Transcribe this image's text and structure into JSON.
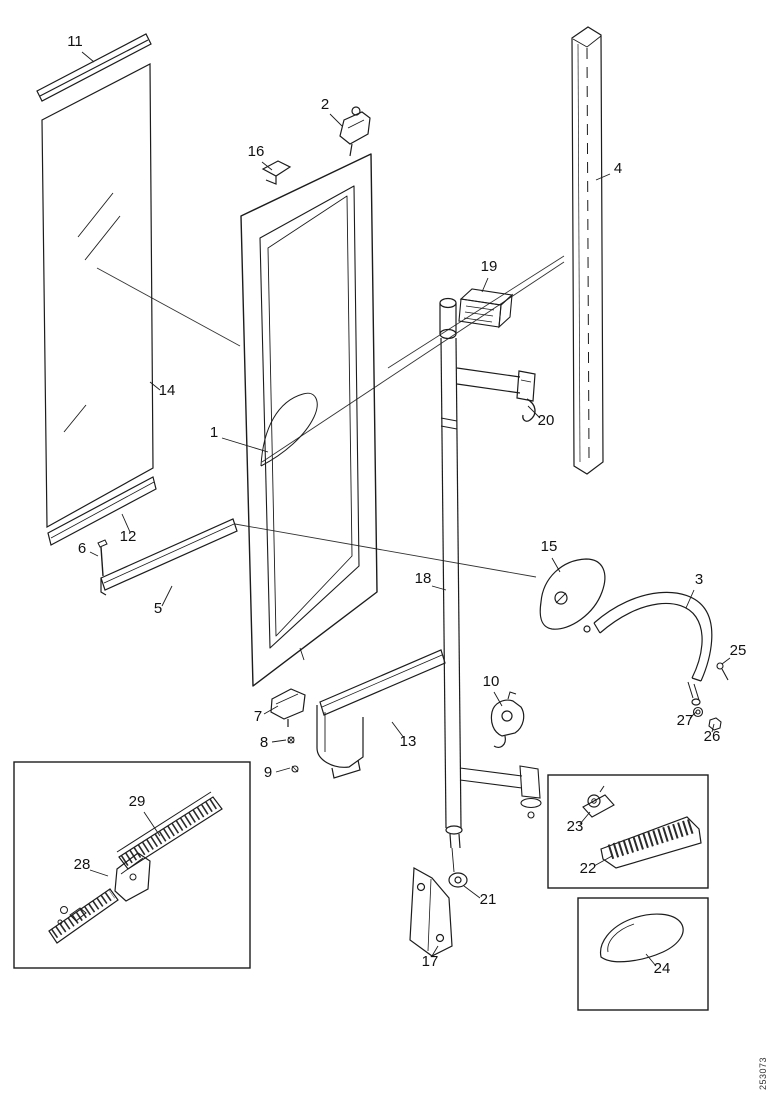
{
  "diagram": {
    "doc_code": "253073"
  },
  "callouts": [
    {
      "label": "1"
    },
    {
      "label": "2"
    },
    {
      "label": "3"
    },
    {
      "label": "4"
    },
    {
      "label": "5"
    },
    {
      "label": "6"
    },
    {
      "label": "7"
    },
    {
      "label": "8"
    },
    {
      "label": "9"
    },
    {
      "label": "10"
    },
    {
      "label": "11"
    },
    {
      "label": "12"
    },
    {
      "label": "13"
    },
    {
      "label": "14"
    },
    {
      "label": "15"
    },
    {
      "label": "16"
    },
    {
      "label": "17"
    },
    {
      "label": "18"
    },
    {
      "label": "19"
    },
    {
      "label": "20"
    },
    {
      "label": "21"
    },
    {
      "label": "22"
    },
    {
      "label": "23"
    },
    {
      "label": "24"
    },
    {
      "label": "25"
    },
    {
      "label": "26"
    },
    {
      "label": "27"
    },
    {
      "label": "28"
    },
    {
      "label": "29"
    }
  ]
}
